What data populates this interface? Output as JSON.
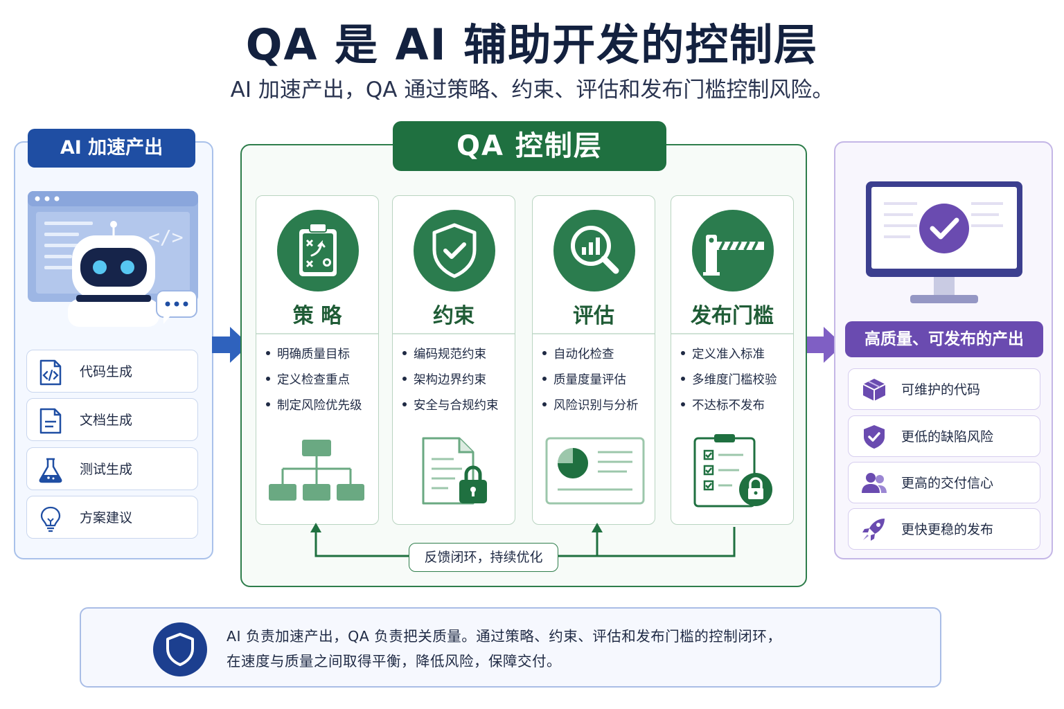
{
  "header": {
    "title": "QA 是 AI 辅助开发的控制层",
    "subtitle": "AI 加速产出，QA 通过策略、约束、评估和发布门槛控制风险。"
  },
  "colors": {
    "blue": "#1f4ea3",
    "green": "#1f7040",
    "purple": "#6a4bb0"
  },
  "left": {
    "title": "AI 加速产出",
    "items": [
      {
        "label": "代码生成",
        "icon": "code-file-icon"
      },
      {
        "label": "文档生成",
        "icon": "document-icon"
      },
      {
        "label": "测试生成",
        "icon": "flask-icon"
      },
      {
        "label": "方案建议",
        "icon": "lightbulb-icon"
      }
    ]
  },
  "center": {
    "title": "QA 控制层",
    "columns": [
      {
        "title": "策 略",
        "icon": "strategy-clipboard-icon",
        "bullets": [
          "明确质量目标",
          "定义检查重点",
          "制定风险优先级"
        ]
      },
      {
        "title": "约束",
        "icon": "shield-check-icon",
        "bullets": [
          "编码规范约束",
          "架构边界约束",
          "安全与合规约束"
        ]
      },
      {
        "title": "评估",
        "icon": "magnifier-chart-icon",
        "bullets": [
          "自动化检查",
          "质量度量评估",
          "风险识别与分析"
        ]
      },
      {
        "title": "发布门槛",
        "icon": "barrier-gate-icon",
        "bullets": [
          "定义准入标准",
          "多维度门槛校验",
          "不达标不发布"
        ]
      }
    ],
    "feedback": "反馈闭环，持续优化"
  },
  "right": {
    "title": "高质量、可发布的产出",
    "items": [
      {
        "label": "可维护的代码",
        "icon": "cube-icon"
      },
      {
        "label": "更低的缺陷风险",
        "icon": "shield-check-icon"
      },
      {
        "label": "更高的交付信心",
        "icon": "users-icon"
      },
      {
        "label": "更快更稳的发布",
        "icon": "rocket-icon"
      }
    ]
  },
  "summary": {
    "line1": "AI 负责加速产出，QA 负责把关质量。通过策略、约束、评估和发布门槛的控制闭环，",
    "line2": "在速度与质量之间取得平衡，降低风险，保障交付。"
  }
}
